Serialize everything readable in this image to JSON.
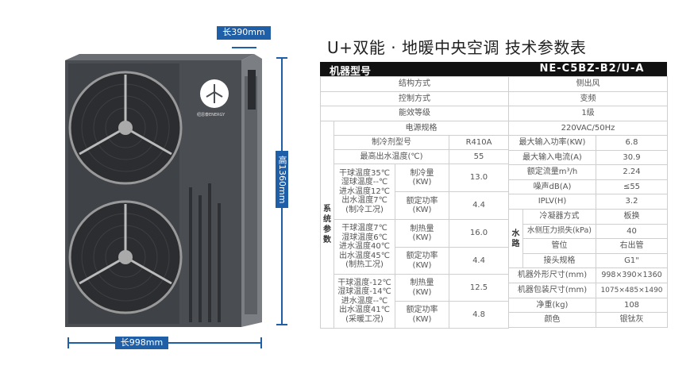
{
  "title": "U+双能 · 地暖中央空调 技术参数表",
  "product": {
    "logo_text": "纽恩泰ENERGY"
  },
  "dimensions": {
    "depth": "长390mm",
    "height": "高1360mm",
    "width": "长998mm"
  },
  "header": {
    "label": "机器型号",
    "model": "NE-C5BZ-B2/U-A"
  },
  "top_rows": [
    {
      "label": "结构方式",
      "value": "侧出风"
    },
    {
      "label": "控制方式",
      "value": "变频"
    },
    {
      "label": "能效等级",
      "value": "1级"
    },
    {
      "label": "电源规格",
      "value": "220VAC/50Hz"
    }
  ],
  "system_label": "系统参数",
  "left_rows": [
    {
      "label": "制冷剂型号",
      "value": "R410A"
    },
    {
      "label": "最高出水温度(℃)",
      "value": "55"
    }
  ],
  "conditions": [
    {
      "text": "干球温度35℃ 湿球温度--℃ 进水温度12℃ 出水温度7℃ (制冷工况)",
      "items": [
        {
          "label": "制冷量 (KW)",
          "value": "13.0"
        },
        {
          "label": "额定功率 (KW)",
          "value": "4.4"
        }
      ]
    },
    {
      "text": "干球温度7℃ 湿球温度6℃ 进水温度40℃ 出水温度45℃ (制热工况)",
      "items": [
        {
          "label": "制热量 (KW)",
          "value": "16.0"
        },
        {
          "label": "额定功率 (KW)",
          "value": "4.4"
        }
      ]
    },
    {
      "text": "干球温度-12℃ 湿球温度-14℃ 进水温度--℃ 出水温度41℃ (采暖工况)",
      "items": [
        {
          "label": "制热量 (KW)",
          "value": "12.5"
        },
        {
          "label": "额定功率 (KW)",
          "value": "4.8"
        }
      ]
    }
  ],
  "right_rows": [
    {
      "label": "最大输入功率(KW)",
      "value": "6.8"
    },
    {
      "label": "最大输入电流(A)",
      "value": "30.9"
    },
    {
      "label": "额定流量m³/h",
      "value": "2.24"
    },
    {
      "label": "噪声dB(A)",
      "value": "≤55"
    },
    {
      "label": "IPLV(H)",
      "value": "3.2"
    }
  ],
  "water_label": "水路",
  "water_rows": [
    {
      "label": "冷凝器方式",
      "value": "板换"
    },
    {
      "label": "水侧压力损失(kPa)",
      "value": "40"
    },
    {
      "label": "管位",
      "value": "右出管"
    },
    {
      "label": "接头规格",
      "value": "G1\""
    }
  ],
  "bottom_rows": [
    {
      "label": "机器外形尺寸(mm)",
      "value": "998×390×1360"
    },
    {
      "label": "机器包装尺寸(mm)",
      "value": "1075×485×1490"
    },
    {
      "label": "净重(kg)",
      "value": "108"
    },
    {
      "label": "颜色",
      "value": "银钛灰"
    }
  ]
}
